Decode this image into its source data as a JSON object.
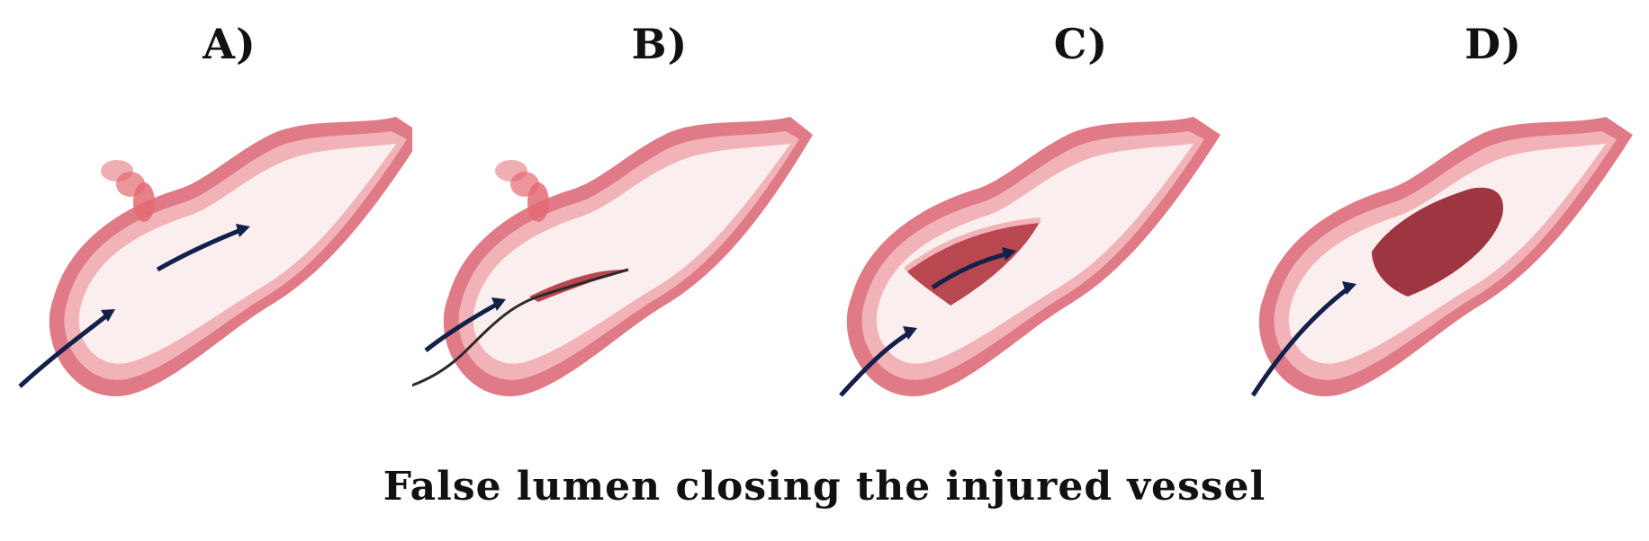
{
  "panels": [
    {
      "label": "A)"
    },
    {
      "label": "B)"
    },
    {
      "label": "C)"
    },
    {
      "label": "D)"
    }
  ],
  "caption": "False lumen closing the injured vessel",
  "colors": {
    "vessel_outer": "#e07a86",
    "vessel_wall": "#f2b3b8",
    "vessel_inner": "#d45c6c",
    "lumen": "#fbeeee",
    "false_lumen": "#b8474f",
    "blood_jet": "#e46a72",
    "arrow": "#12204a",
    "wire": "#2a2a2a"
  }
}
